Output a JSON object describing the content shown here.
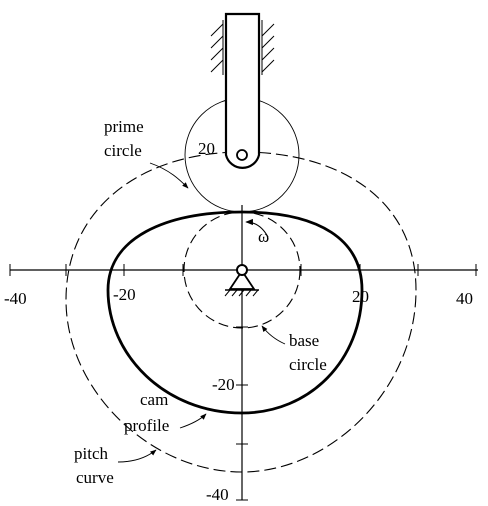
{
  "axis_ticks": {
    "x_neg40": "-40",
    "x_neg20": "-20",
    "x_pos20": "20",
    "x_pos40": "40",
    "y_pos20": "20",
    "y_neg20": "-20",
    "y_neg40": "-40"
  },
  "labels": {
    "prime_circle_line1": "prime",
    "prime_circle_line2": "circle",
    "omega": "ω",
    "base_circle_line1": "base",
    "base_circle_line2": "circle",
    "cam_profile_line1": "cam",
    "cam_profile_line2": "profile",
    "pitch_curve_line1": "pitch",
    "pitch_curve_line2": "curve"
  }
}
